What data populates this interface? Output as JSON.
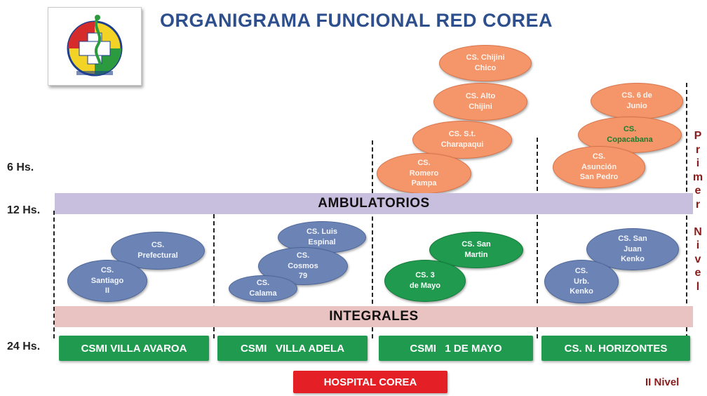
{
  "title": "ORGANIGRAMA FUNCIONAL RED COREA",
  "logo": {
    "icon": "health-cross-logo",
    "colors": [
      "#d62b2b",
      "#f3d325",
      "#2c9a3f",
      "#1e3f8f"
    ]
  },
  "time_labels": [
    "6 Hs.",
    "12 Hs.",
    "24 Hs."
  ],
  "bands": {
    "ambulatorios": "AMBULATORIOS",
    "integrales": "INTEGRALES"
  },
  "columns": [
    {
      "csmi": "CSMI VILLA AVAROA",
      "centers": [
        {
          "text": "CS.\nPrefectural",
          "color": "blue"
        },
        {
          "text": "CS.\nSantiago\nII",
          "color": "blue"
        }
      ]
    },
    {
      "csmi": "CSMI   VILLA ADELA",
      "centers": [
        {
          "text": "CS. Luis\nEspinal",
          "color": "blue"
        },
        {
          "text": "CS.\nCosmos\n79",
          "color": "blue"
        },
        {
          "text": "CS.\nCalama",
          "color": "blue"
        }
      ]
    },
    {
      "csmi": "CSMI   1 DE MAYO",
      "upper": [
        {
          "text": "CS. Chijini\nChico",
          "color": "orange"
        },
        {
          "text": "CS. Alto\nChijini",
          "color": "orange"
        },
        {
          "text": "CS. S.t.\nCharapaqui",
          "color": "orange"
        },
        {
          "text": "CS.\nRomero\nPampa",
          "color": "orange"
        }
      ],
      "centers": [
        {
          "text": "CS. San\nMartin",
          "color": "green"
        },
        {
          "text": "CS. 3\nde Mayo",
          "color": "green"
        }
      ]
    },
    {
      "csmi": "CS. N. HORIZONTES",
      "upper": [
        {
          "text": "CS. 6 de\nJunio",
          "color": "orange"
        },
        {
          "text": "CS.\nCopacabana",
          "color": "orange"
        },
        {
          "text": "CS.\nAsunción\nSan Pedro",
          "color": "orange"
        }
      ],
      "centers": [
        {
          "text": "CS. San\nJuan\nKenko",
          "color": "blue"
        },
        {
          "text": "CS.\nUrb.\nKenko",
          "color": "blue"
        }
      ]
    }
  ],
  "hospital": "HOSPITAL COREA",
  "levels": {
    "first": "Primer Nivel",
    "second": "II Nivel"
  }
}
